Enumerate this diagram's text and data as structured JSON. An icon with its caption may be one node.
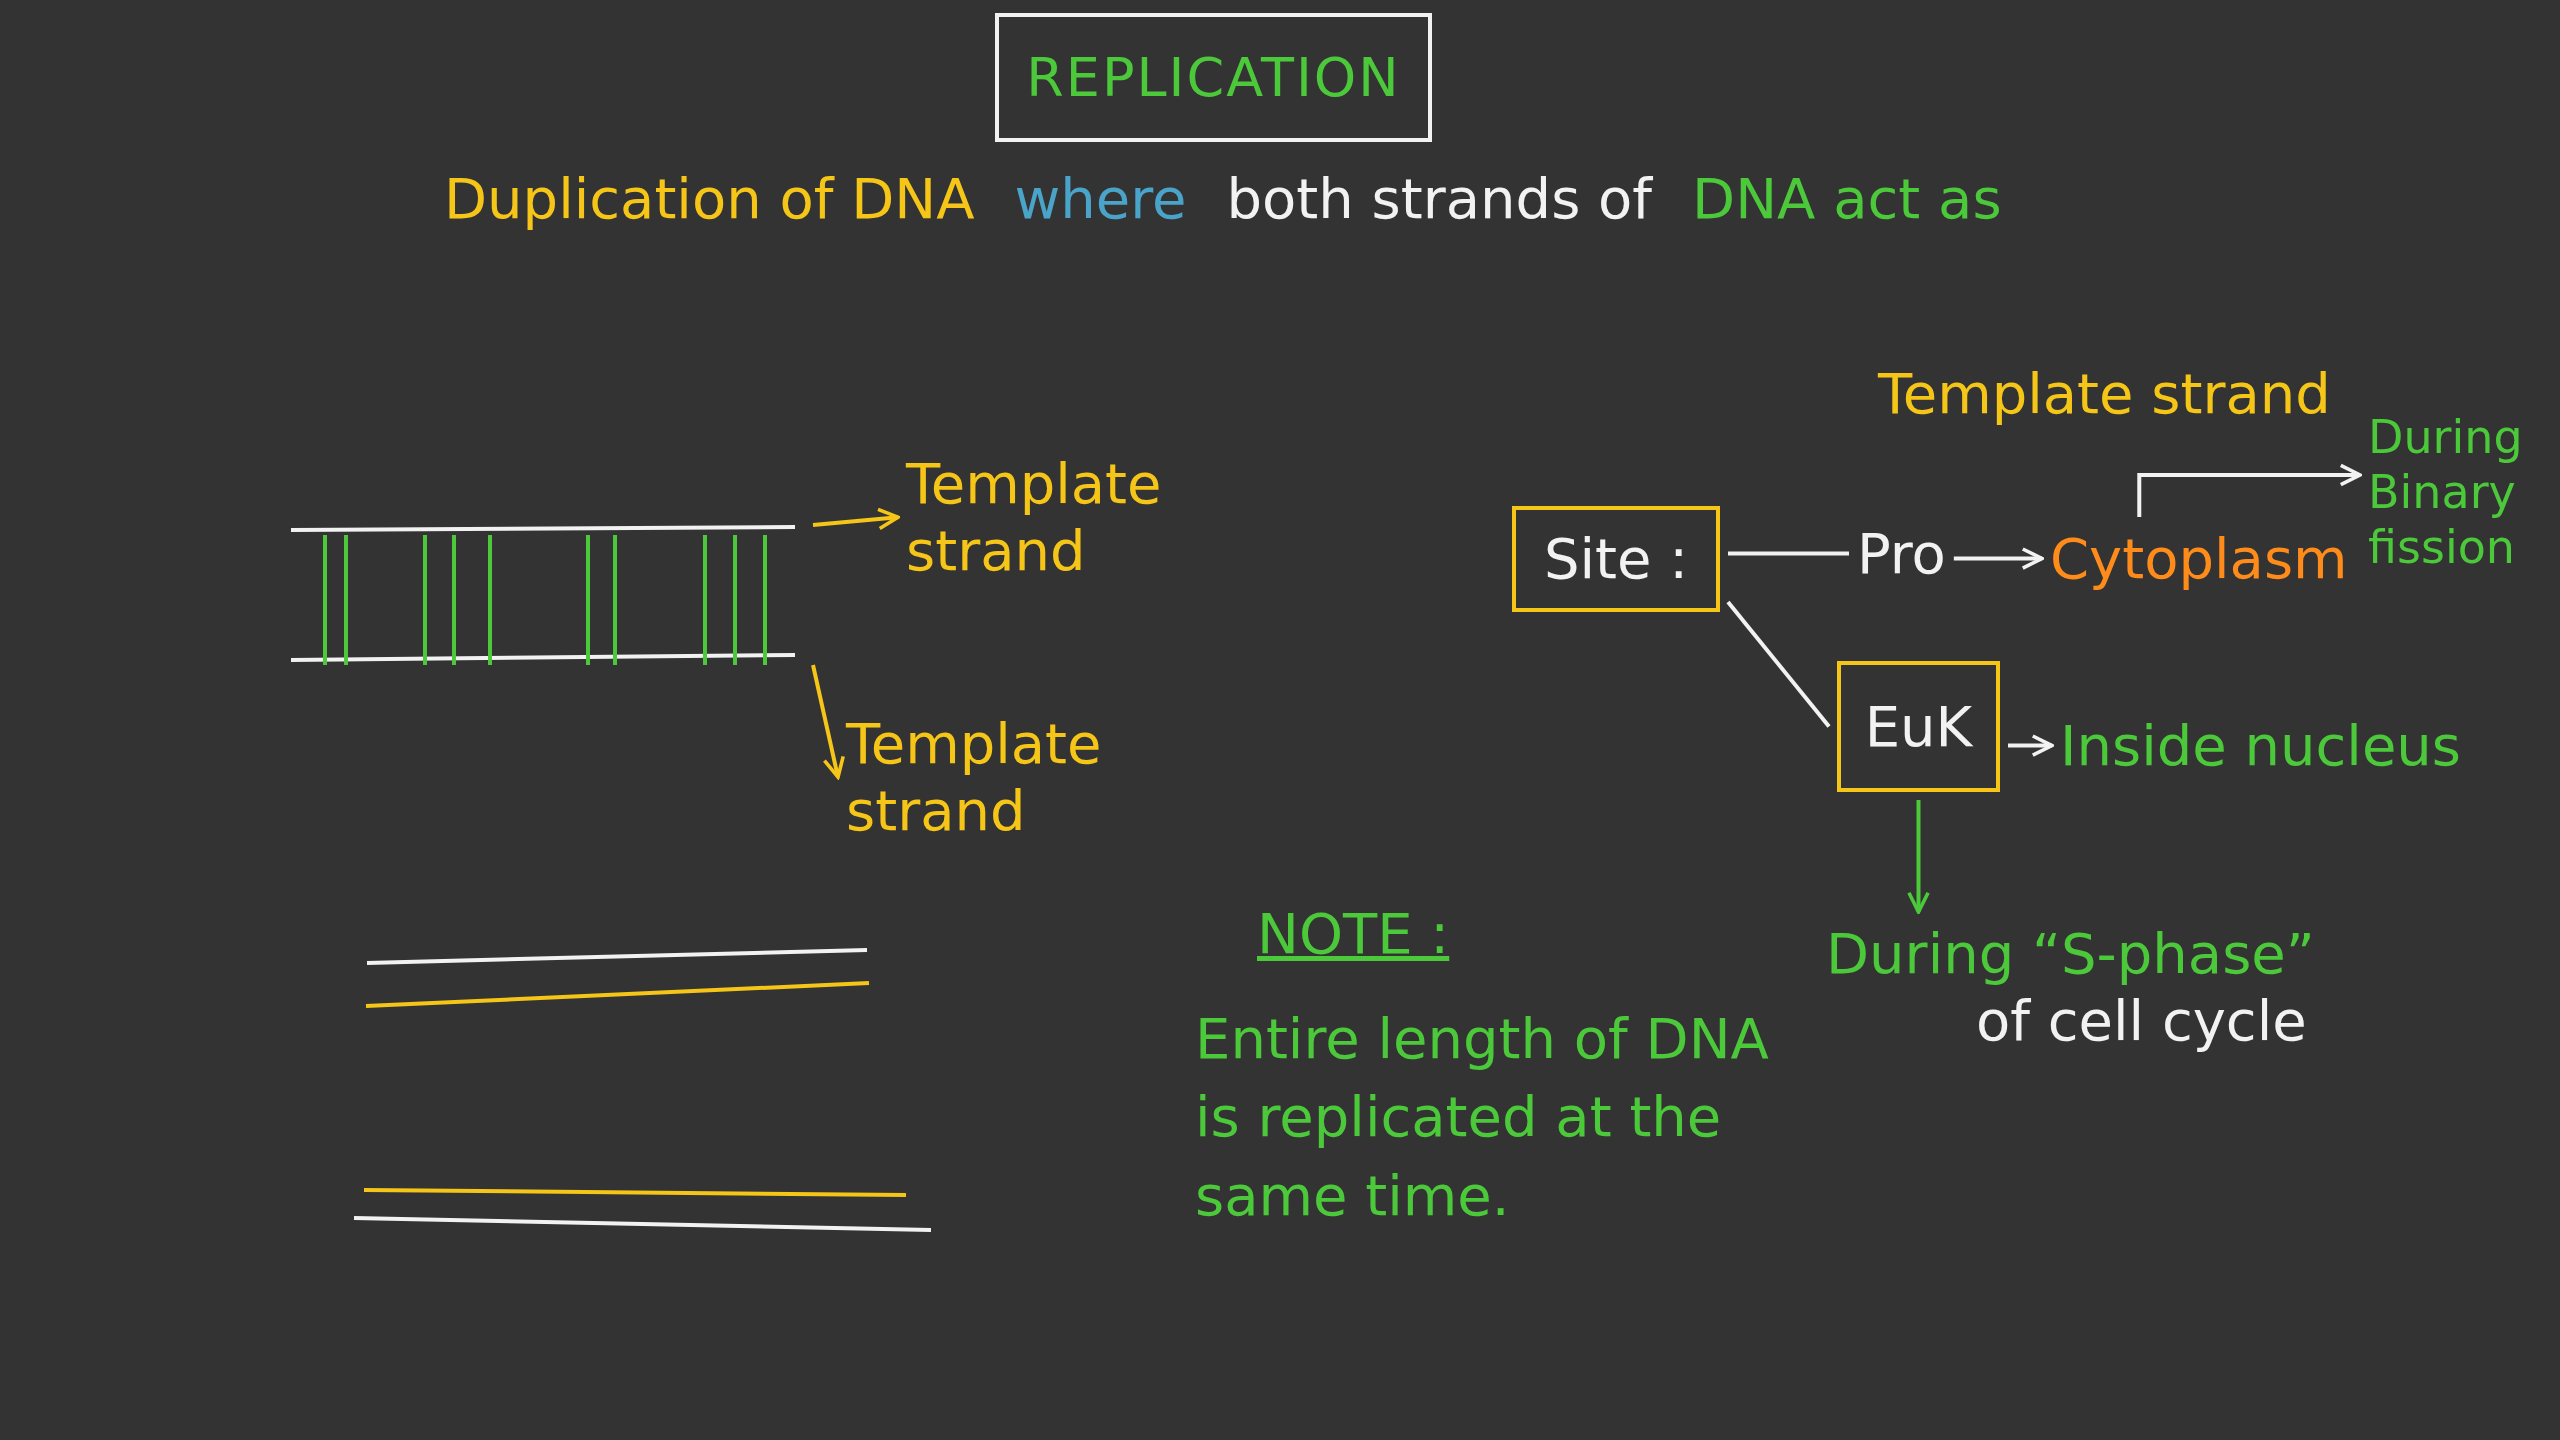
{
  "diagram": {
    "title": "REPLICATION",
    "nodes": [
      {
        "text": [],
        "shape": "picture"
      },
      {
        "text": [
          "Template strand"
        ]
      },
      {
        "text": [
          "Template strand"
        ]
      },
      {
        "text": [
          "Site :"
        ]
      },
      {
        "text": [
          "Pro"
        ]
      },
      {
        "text": [
          "EuK"
        ]
      },
      {
        "text": [
          "Cytoplasm"
        ]
      },
      {
        "text": [
          "During Binary fission"
        ]
      },
      {
        "text": [
          "Inside nucleus"
        ]
      },
      {
        "text": [
          "During “S-phase”",
          "of cell cycle"
        ]
      }
    ],
    "edges": [
      {
        "from": 0,
        "to": 1,
        "arrow": "to",
        "color": "#f5c518"
      },
      {
        "from": 0,
        "to": 2,
        "arrow": "to",
        "color": "#f5c518"
      },
      {
        "from": 3,
        "to": 4,
        "arrow": "none"
      },
      {
        "from": 3,
        "to": 5,
        "arrow": "none"
      },
      {
        "from": 4,
        "to": 6,
        "arrow": "to"
      },
      {
        "from": 6,
        "to": 7,
        "arrow": "to"
      },
      {
        "from": 5,
        "to": 8,
        "arrow": "to"
      },
      {
        "from": 5,
        "to": 9,
        "arrow": "to",
        "color": "#4cc93a"
      }
    ],
    "labels": [
      "Duplication of DNA",
      "where",
      "both strands of",
      "DNA act as",
      "Template strand",
      "NOTE :",
      "Entire length of DNA is replicated at the same time."
    ]
  }
}
